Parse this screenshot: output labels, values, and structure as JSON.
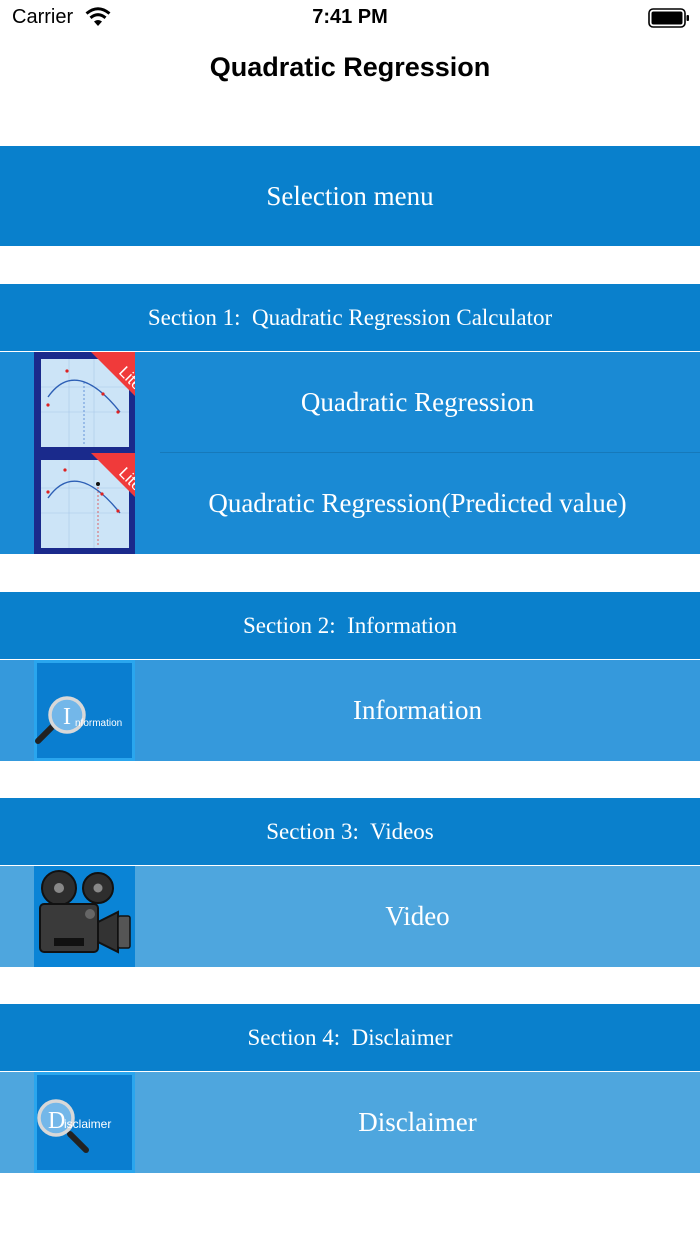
{
  "status_bar": {
    "carrier": "Carrier",
    "time": "7:41 PM"
  },
  "nav": {
    "title": "Quadratic Regression"
  },
  "menu_header": {
    "label": "Selection menu"
  },
  "sections": [
    {
      "title": "Section 1:  Quadratic Regression Calculator",
      "rows": [
        {
          "label": "Quadratic Regression",
          "icon": "quadratic-chart-lite-icon",
          "badge": "Lite"
        },
        {
          "label": "Quadratic Regression(Predicted value)",
          "icon": "quadratic-chart-predicted-lite-icon",
          "badge": "Lite"
        }
      ]
    },
    {
      "title": "Section 2:  Information",
      "rows": [
        {
          "label": "Information",
          "icon": "information-magnifier-icon",
          "icon_text": "nformation",
          "icon_letter": "I"
        }
      ]
    },
    {
      "title": "Section 3:  Videos",
      "rows": [
        {
          "label": "Video",
          "icon": "movie-camera-icon"
        }
      ]
    },
    {
      "title": "Section 4:  Disclaimer",
      "rows": [
        {
          "label": "Disclaimer",
          "icon": "disclaimer-magnifier-icon",
          "icon_text": "isclaimer",
          "icon_letter": "D"
        }
      ]
    }
  ],
  "colors": {
    "section_header": "#0a80cc",
    "row_section1": "#1a8ad4",
    "row_section2": "#3599dc",
    "row_section3": "#4ea6de",
    "lite_badge": "#f03a3a"
  }
}
